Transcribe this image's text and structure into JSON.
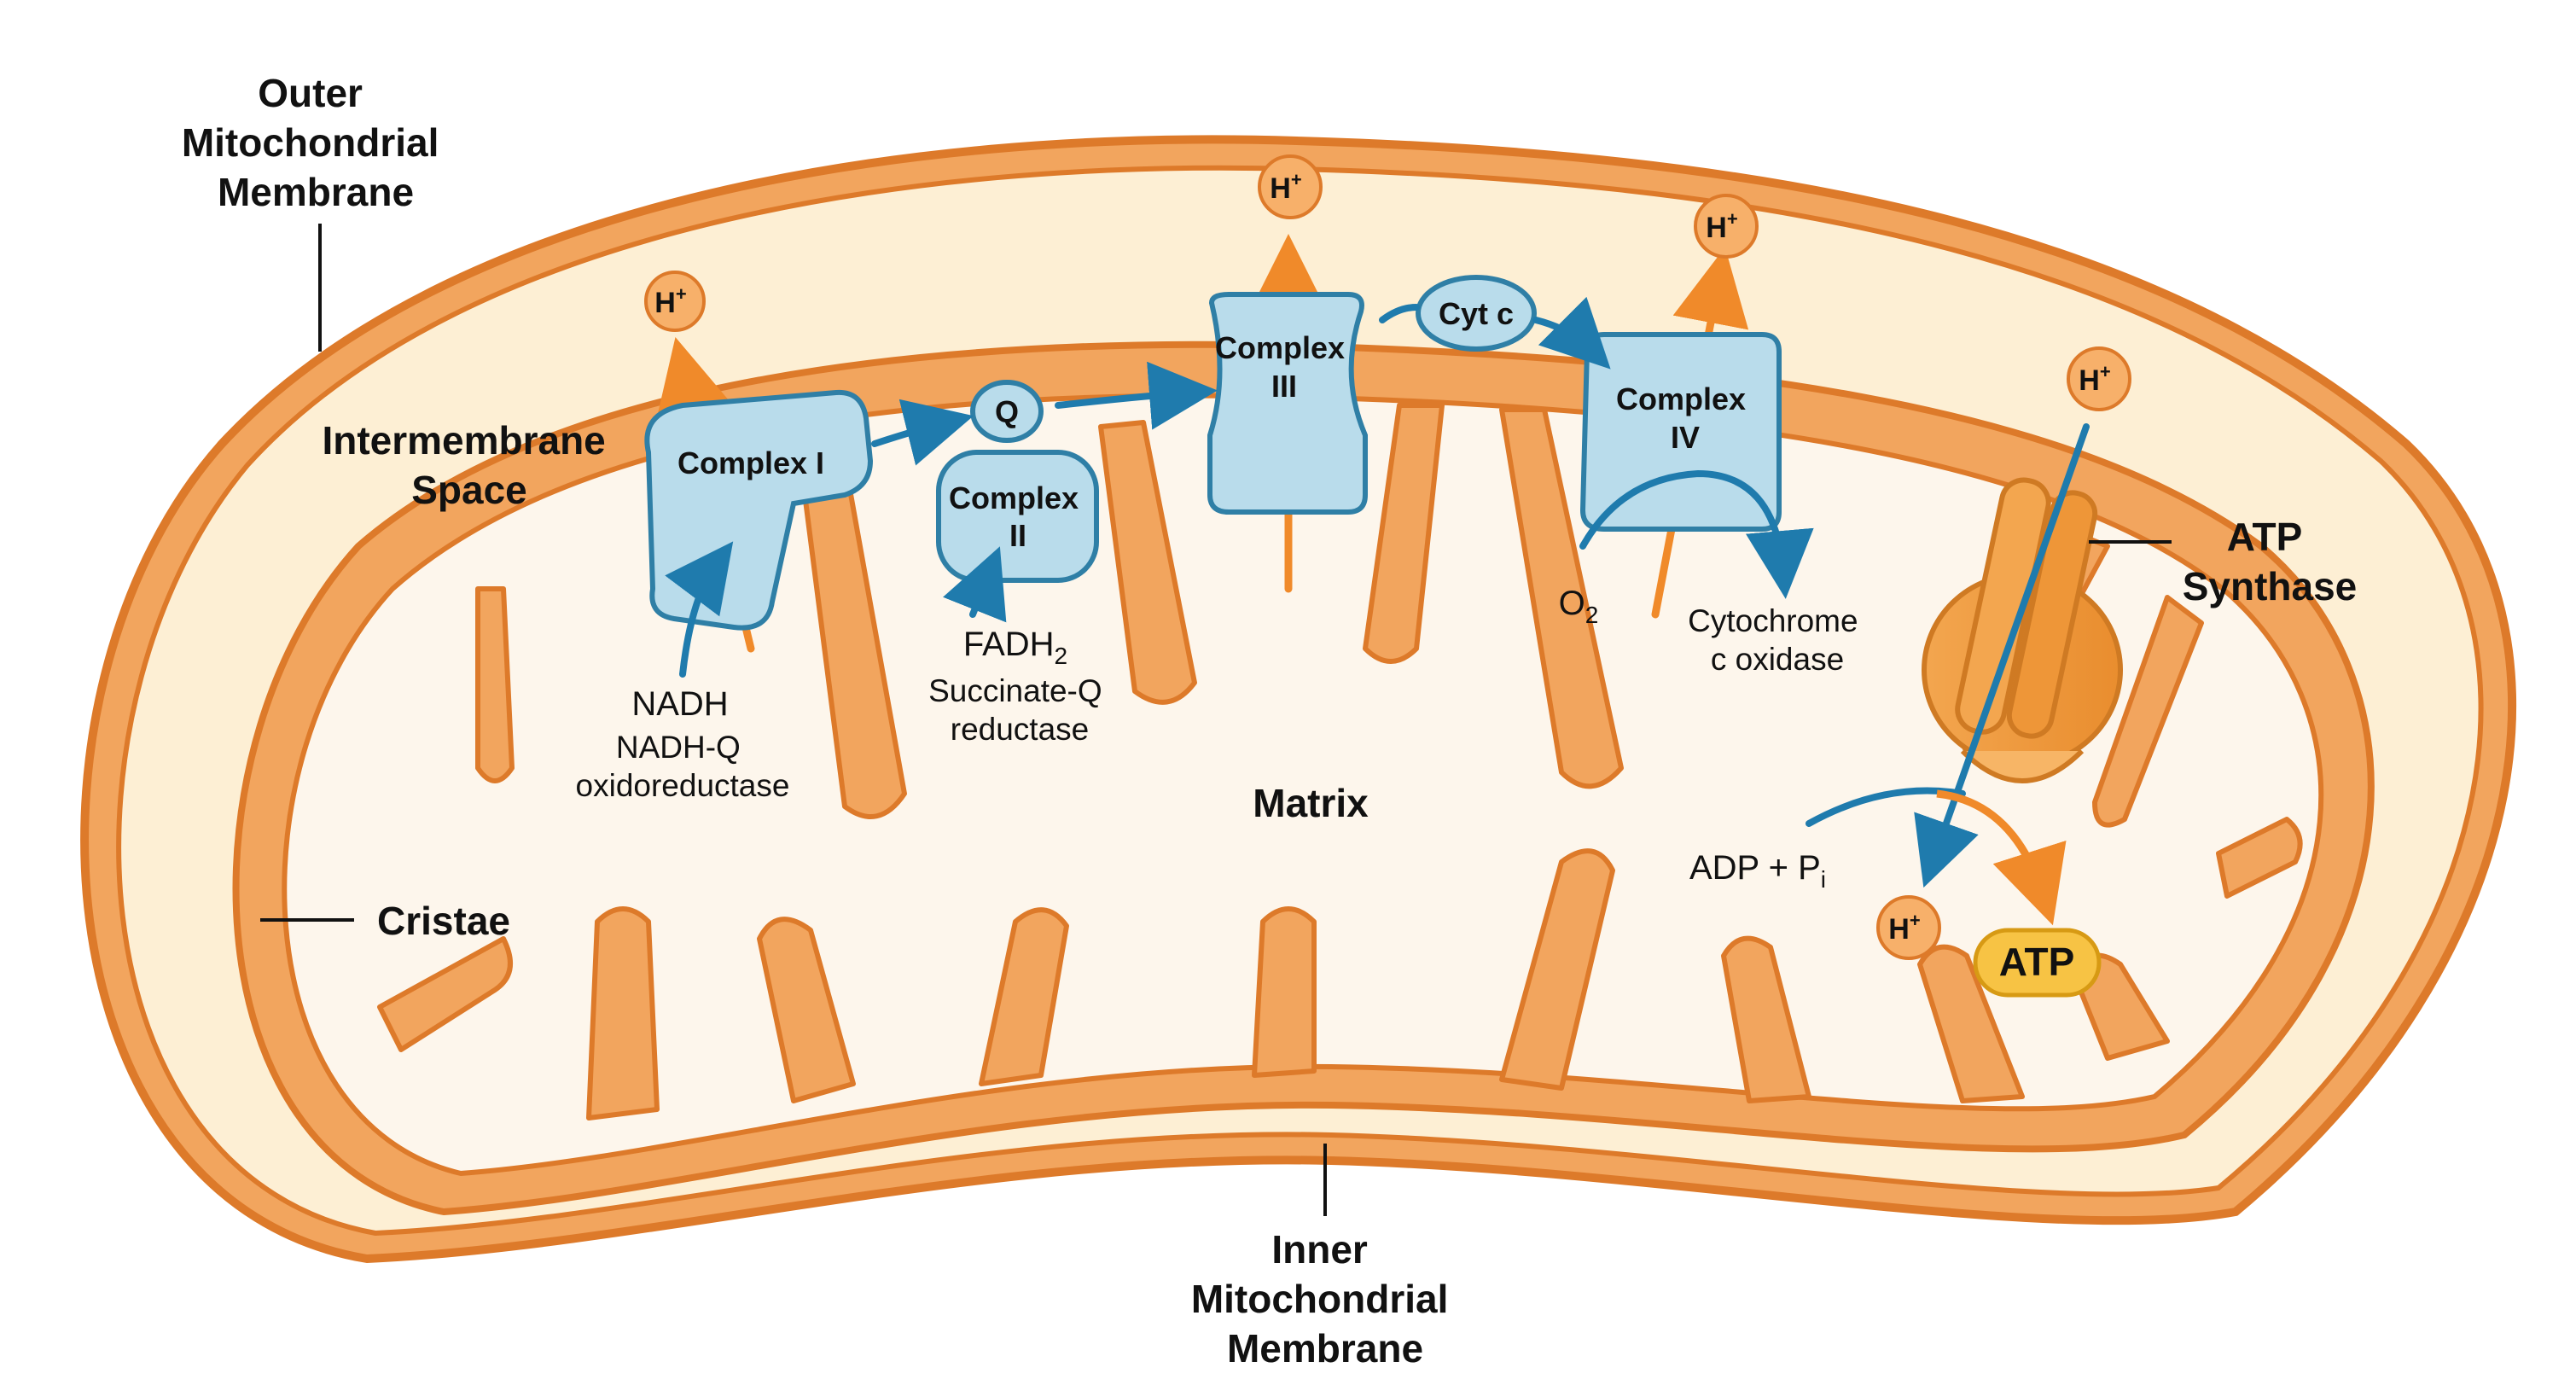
{
  "labels": {
    "outer_membrane": [
      "Outer",
      "Mitochondrial",
      "Membrane"
    ],
    "intermembrane_space": [
      "Intermembrane",
      "Space"
    ],
    "matrix": "Matrix",
    "cristae": "Cristae",
    "inner_membrane": [
      "Inner",
      "Mitochondrial",
      "Membrane"
    ],
    "atp_synthase": [
      "ATP",
      "Synthase"
    ]
  },
  "complexes": {
    "complex1": [
      "Complex I"
    ],
    "complex2": [
      "Complex",
      "II"
    ],
    "complex3": [
      "Complex",
      "III"
    ],
    "complex4": [
      "Complex",
      "IV"
    ],
    "q": "Q",
    "cytc": "Cyt c"
  },
  "substrates": {
    "nadh": "NADH",
    "nadh_enzyme": [
      "NADH-Q",
      "oxidoreductase"
    ],
    "fadh2": "FADH",
    "fadh2_sub": "2",
    "fadh_enzyme": [
      "Succinate-Q",
      "reductase"
    ],
    "o2": "O",
    "o2_sub": "2",
    "cox_enzyme": [
      "Cytochrome",
      "c oxidase"
    ],
    "adp": "ADP + P",
    "adp_sub": "i",
    "atp": "ATP"
  },
  "ion": {
    "symbol": "H",
    "charge": "+"
  },
  "colors": {
    "membrane_orange": "#f0a25a",
    "membrane_stroke": "#e07a2b",
    "intermembrane_fill": "#fdefd4",
    "matrix_fill": "#fdf6ec",
    "complex_blue": "#b9dceb",
    "complex_stroke": "#2f7fa6",
    "arrow_blue": "#1f7bad",
    "arrow_orange": "#f08a2a",
    "atp_yellow": "#f7c344"
  }
}
